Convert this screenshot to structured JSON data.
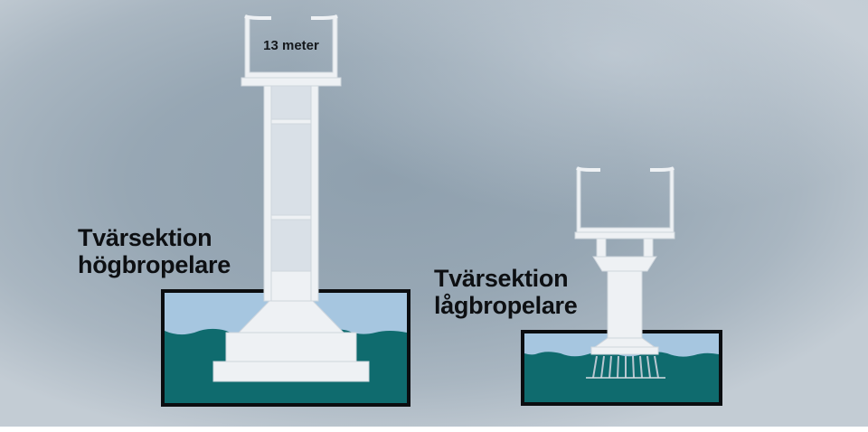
{
  "diagram": {
    "dimension_label": "13 meter",
    "high_pier": {
      "label_line1": "Tvärsektion",
      "label_line2": "högbropelare"
    },
    "low_pier": {
      "label_line1": "Tvärsektion",
      "label_line2": "lågbropelare"
    }
  },
  "colors": {
    "background": "#97a7b4",
    "water_surface": "#a6c6e0",
    "water_deep": "#0f6b6e",
    "structure": "#eef1f4",
    "outline": "#0b0d10"
  }
}
